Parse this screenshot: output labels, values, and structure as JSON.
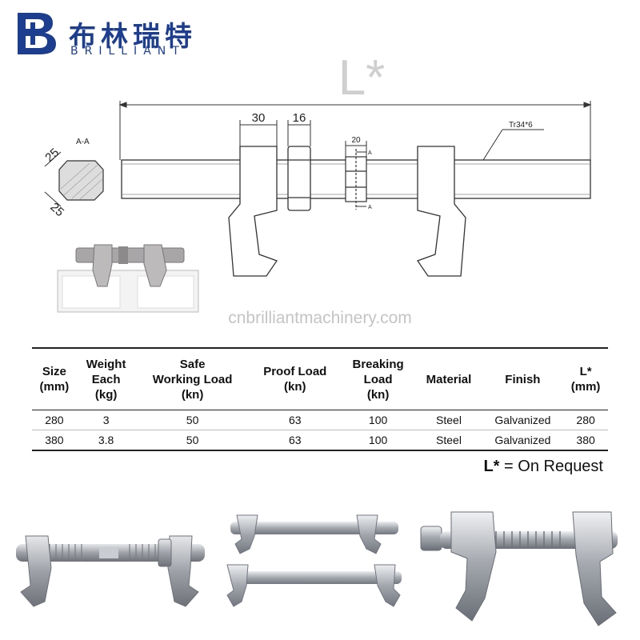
{
  "brand": {
    "name_cn": "布林瑞特",
    "name_en": "BRILLIANT",
    "logo_color": "#1d3d8f"
  },
  "drawing": {
    "length_label": "L*",
    "dim_30": "30",
    "dim_16": "16",
    "dim_20": "20",
    "dim_25_a": "25",
    "dim_25_b": "25",
    "section_label": "A-A",
    "thread_label": "Tr34*6",
    "section_marker": "A"
  },
  "watermark": "cnbrilliantmachinery.com",
  "table": {
    "headers": [
      [
        "Size",
        "(mm)"
      ],
      [
        "Weight",
        "Each",
        "(kg)"
      ],
      [
        "Safe",
        "Working Load",
        "(kn)"
      ],
      [
        "Proof Load",
        "(kn)"
      ],
      [
        "Breaking",
        "Load",
        "(kn)"
      ],
      [
        "Material"
      ],
      [
        "Finish"
      ],
      [
        "L*",
        "(mm)"
      ]
    ],
    "rows": [
      [
        "280",
        "3",
        "50",
        "63",
        "100",
        "Steel",
        "Galvanized",
        "280"
      ],
      [
        "380",
        "3.8",
        "50",
        "63",
        "100",
        "Steel",
        "Galvanized",
        "380"
      ]
    ]
  },
  "note": {
    "symbol": "L*",
    "text": " = On Request"
  }
}
